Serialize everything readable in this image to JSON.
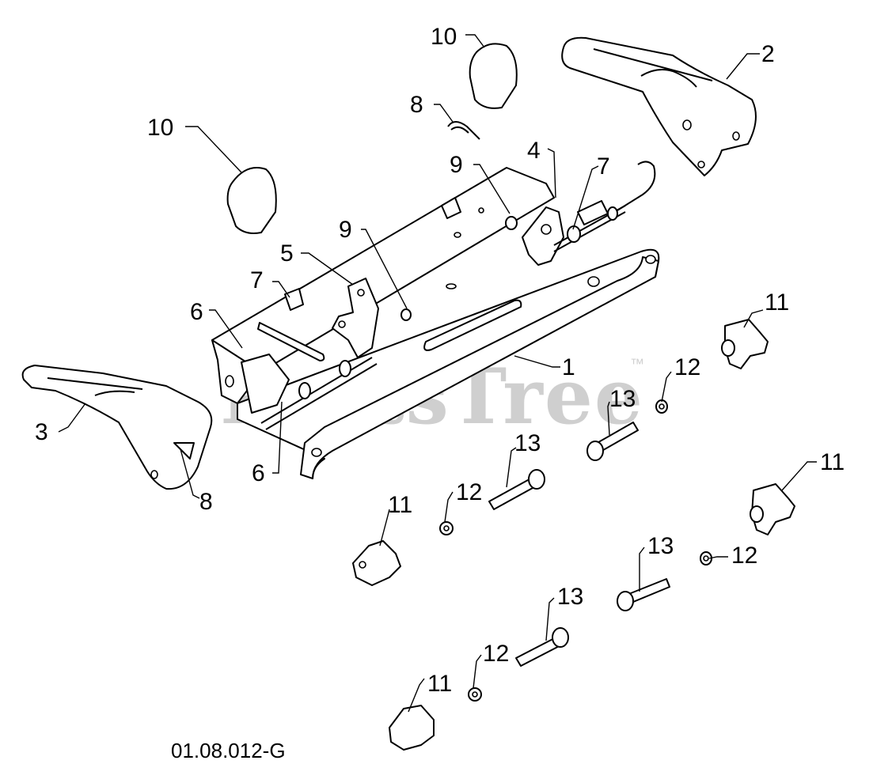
{
  "watermark": {
    "text": "PartsTree",
    "trademark": "™"
  },
  "drawing_code": "01.08.012-G",
  "callouts": {
    "c1": "1",
    "c2": "2",
    "c3": "3",
    "c4": "4",
    "c5": "5",
    "c6a": "6",
    "c6b": "6",
    "c7a": "7",
    "c7b": "7",
    "c8a": "8",
    "c8b": "8",
    "c9a": "9",
    "c9b": "9",
    "c10a": "10",
    "c10b": "10",
    "c11a": "11",
    "c11b": "11",
    "c11c": "11",
    "c11d": "11",
    "c12a": "12",
    "c12b": "12",
    "c12c": "12",
    "c12d": "12",
    "c13a": "13",
    "c13b": "13",
    "c13c": "13",
    "c13d": "13"
  }
}
